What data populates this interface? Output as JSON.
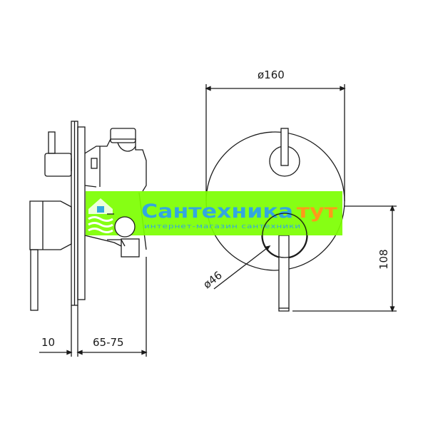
{
  "dimensions": {
    "outer_diameter": "ø160",
    "handle_diameter": "ø46",
    "height_offset": "108",
    "plate_thickness": "10",
    "wall_depth": "65-75"
  },
  "watermark": {
    "title_main": "Сантехника",
    "title_accent": "тут",
    "subtitle": "интернет-магазин сантехники"
  },
  "colors": {
    "line": "#1a1a1a",
    "watermark_bg": "#7cff00",
    "watermark_text": "#33a6e0",
    "watermark_accent": "#ff9a1a"
  },
  "icons": {
    "watermark_logo": "house-water-icon"
  }
}
